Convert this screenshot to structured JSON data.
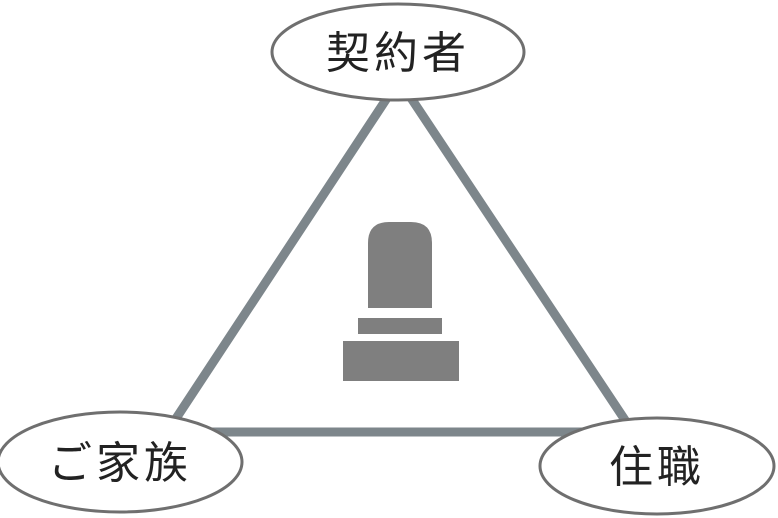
{
  "diagram": {
    "nodes": {
      "top": {
        "label": "契約者"
      },
      "bottom_left": {
        "label": "ご家族"
      },
      "bottom_right": {
        "label": "住職"
      }
    },
    "center_icon": "gravestone-icon",
    "colors": {
      "edge": "#7d868b",
      "icon": "#7f7f7f",
      "node_fill": "#ffffff",
      "node_stroke": "#6f6f6f",
      "text": "#222222"
    }
  }
}
